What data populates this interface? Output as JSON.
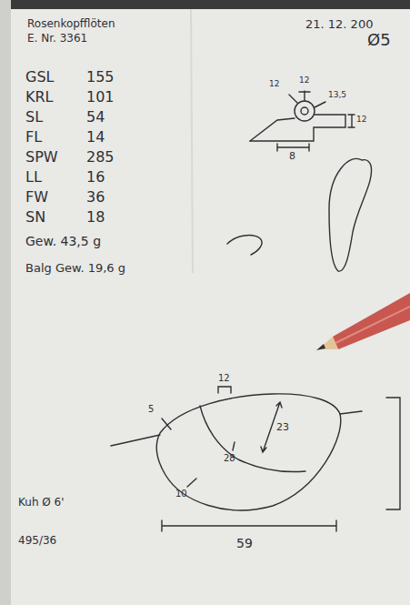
{
  "diagram": {
    "title": "Rosenkopfflöten",
    "labels": [
      "E. Nr. 3361",
      "21. 12. 200",
      "Ø5",
      "GSL",
      "155",
      "KRL",
      "101",
      "SL",
      "54",
      "FL",
      "14",
      "SPW",
      "285",
      "LL",
      "16",
      "FW",
      "36",
      "SN",
      "18",
      "Gew. 43,5 g",
      "Balg Gew. 19,6 g",
      "12",
      "12",
      "13,5",
      "12",
      "8",
      "5",
      "12",
      "23",
      "28",
      "10",
      "Kuh Ø 6'",
      "495/36",
      "59"
    ]
  }
}
